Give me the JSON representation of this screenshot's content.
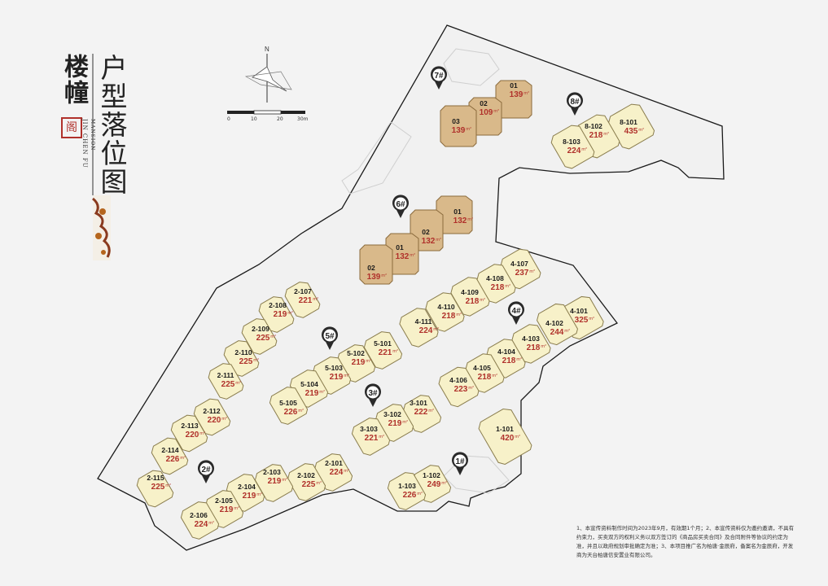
{
  "title": {
    "main_a": "楼幢",
    "main_b": "户型落位图",
    "seal": "阁",
    "en_a": "JIN CHEN FU",
    "en_b": "MANSION"
  },
  "compass": {
    "north": "N",
    "scale": [
      "0",
      "10",
      "20",
      "30m"
    ]
  },
  "disclaimer": "1、本宣传资料制作时间为2023年9月，有效期1个月；2、本宣传资料仅为邀约邀请，不具有约束力，买卖双方的权利义务以双方签订的《商品房买卖合同》及合同附件等协议的约定为准，并且以政府规划审批确定为准；3、本项目推广名为柏唐·金辰府，备案名为金辰府，开发商为天台柏唐信安置业有限公司。",
  "colors": {
    "villa": "#f7f1c9",
    "villa_stroke": "#8a7d4e",
    "highrise": "#d9b98a",
    "highrise_stroke": "#8a6a3c",
    "area_text": "#b0312b",
    "pin": "#2a2a2a",
    "boundary": "#1a1a1a"
  },
  "buildings": [
    {
      "id": "7#",
      "units": [
        {
          "no": "01",
          "area": "139"
        },
        {
          "no": "02",
          "area": "109"
        },
        {
          "no": "03",
          "area": "139"
        }
      ]
    },
    {
      "id": "6#",
      "units": [
        {
          "no": "01",
          "area": "132"
        },
        {
          "no": "02",
          "area": "132"
        },
        {
          "no": "01",
          "area": "132"
        },
        {
          "no": "02",
          "area": "139"
        }
      ]
    },
    {
      "id": "8#",
      "units": [
        {
          "no": "8-101",
          "area": "435"
        },
        {
          "no": "8-102",
          "area": "218"
        },
        {
          "no": "8-103",
          "area": "224"
        }
      ]
    },
    {
      "id": "4#",
      "units": [
        {
          "no": "4-101",
          "area": "325"
        },
        {
          "no": "4-102",
          "area": "244"
        },
        {
          "no": "4-103",
          "area": "218"
        },
        {
          "no": "4-104",
          "area": "218"
        },
        {
          "no": "4-105",
          "area": "218"
        },
        {
          "no": "4-106",
          "area": "223"
        },
        {
          "no": "4-107",
          "area": "237"
        },
        {
          "no": "4-108",
          "area": "218"
        },
        {
          "no": "4-109",
          "area": "218"
        },
        {
          "no": "4-110",
          "area": "218"
        },
        {
          "no": "4-111",
          "area": "224"
        }
      ]
    },
    {
      "id": "5#",
      "units": [
        {
          "no": "5-101",
          "area": "221"
        },
        {
          "no": "5-102",
          "area": "219"
        },
        {
          "no": "5-103",
          "area": "219"
        },
        {
          "no": "5-104",
          "area": "219"
        },
        {
          "no": "5-105",
          "area": "226"
        }
      ]
    },
    {
      "id": "3#",
      "units": [
        {
          "no": "3-101",
          "area": "222"
        },
        {
          "no": "3-102",
          "area": "219"
        },
        {
          "no": "3-103",
          "area": "221"
        }
      ]
    },
    {
      "id": "1#",
      "units": [
        {
          "no": "1-101",
          "area": "420"
        },
        {
          "no": "1-102",
          "area": "249"
        },
        {
          "no": "1-103",
          "area": "226"
        }
      ]
    },
    {
      "id": "2#",
      "units": [
        {
          "no": "2-101",
          "area": "224"
        },
        {
          "no": "2-102",
          "area": "225"
        },
        {
          "no": "2-103",
          "area": "219"
        },
        {
          "no": "2-104",
          "area": "219"
        },
        {
          "no": "2-105",
          "area": "219"
        },
        {
          "no": "2-106",
          "area": "224"
        },
        {
          "no": "2-107",
          "area": "221"
        },
        {
          "no": "2-108",
          "area": "219"
        },
        {
          "no": "2-109",
          "area": "225"
        },
        {
          "no": "2-110",
          "area": "225"
        },
        {
          "no": "2-111",
          "area": "225"
        },
        {
          "no": "2-112",
          "area": "220"
        },
        {
          "no": "2-113",
          "area": "220"
        },
        {
          "no": "2-114",
          "area": "226"
        },
        {
          "no": "2-115",
          "area": "225"
        }
      ]
    }
  ]
}
